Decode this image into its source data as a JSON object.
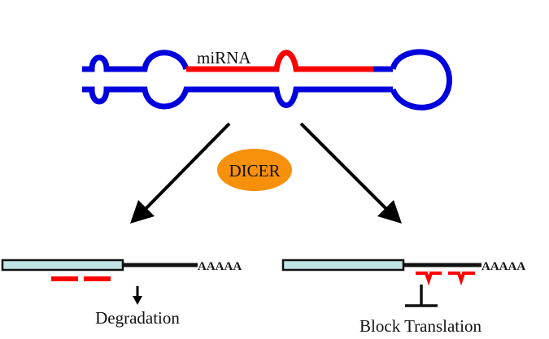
{
  "hairpin": {
    "label": "miRNA",
    "strand_color": "#0000dd",
    "mirna_color": "#ff0000"
  },
  "enzyme": {
    "label": "DICER",
    "fill_color": "#f7900a"
  },
  "pathways": [
    {
      "outcome": "Degradation",
      "poly_a": "AAAAA",
      "binding": "perfect complementarity",
      "effect_symbol": "arrow"
    },
    {
      "outcome": "Block Translation",
      "poly_a": "AAAAA",
      "binding": "imperfect complementarity",
      "effect_symbol": "inhibition"
    }
  ],
  "colors": {
    "cds_fill": "#bfe3e3",
    "mrna_line": "#111111",
    "bound_mirna": "#ff0000",
    "arrow": "#000000"
  }
}
